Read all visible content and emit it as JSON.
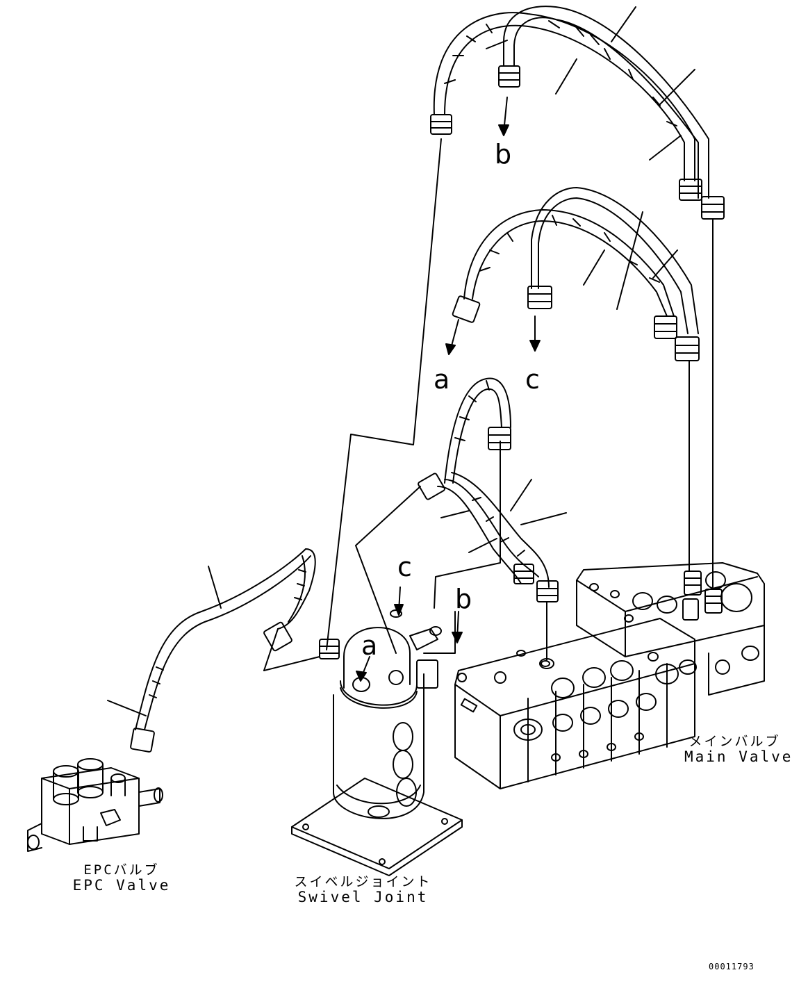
{
  "labels": {
    "epc_valve": {
      "jp": "EPCバルブ",
      "en": "EPC Valve"
    },
    "swivel_joint": {
      "jp": "スイベルジョイント",
      "en": "Swivel Joint"
    },
    "main_valve": {
      "jp": "メインバルブ",
      "en": "Main Valve"
    }
  },
  "refs": {
    "b_top": "b",
    "a_mid": "a",
    "c_mid": "c",
    "c_lower": "c",
    "b_lower": "b",
    "a_lower": "a"
  },
  "drawing_number": "00011793",
  "colors": {
    "line": "#000000",
    "background": "#ffffff"
  }
}
